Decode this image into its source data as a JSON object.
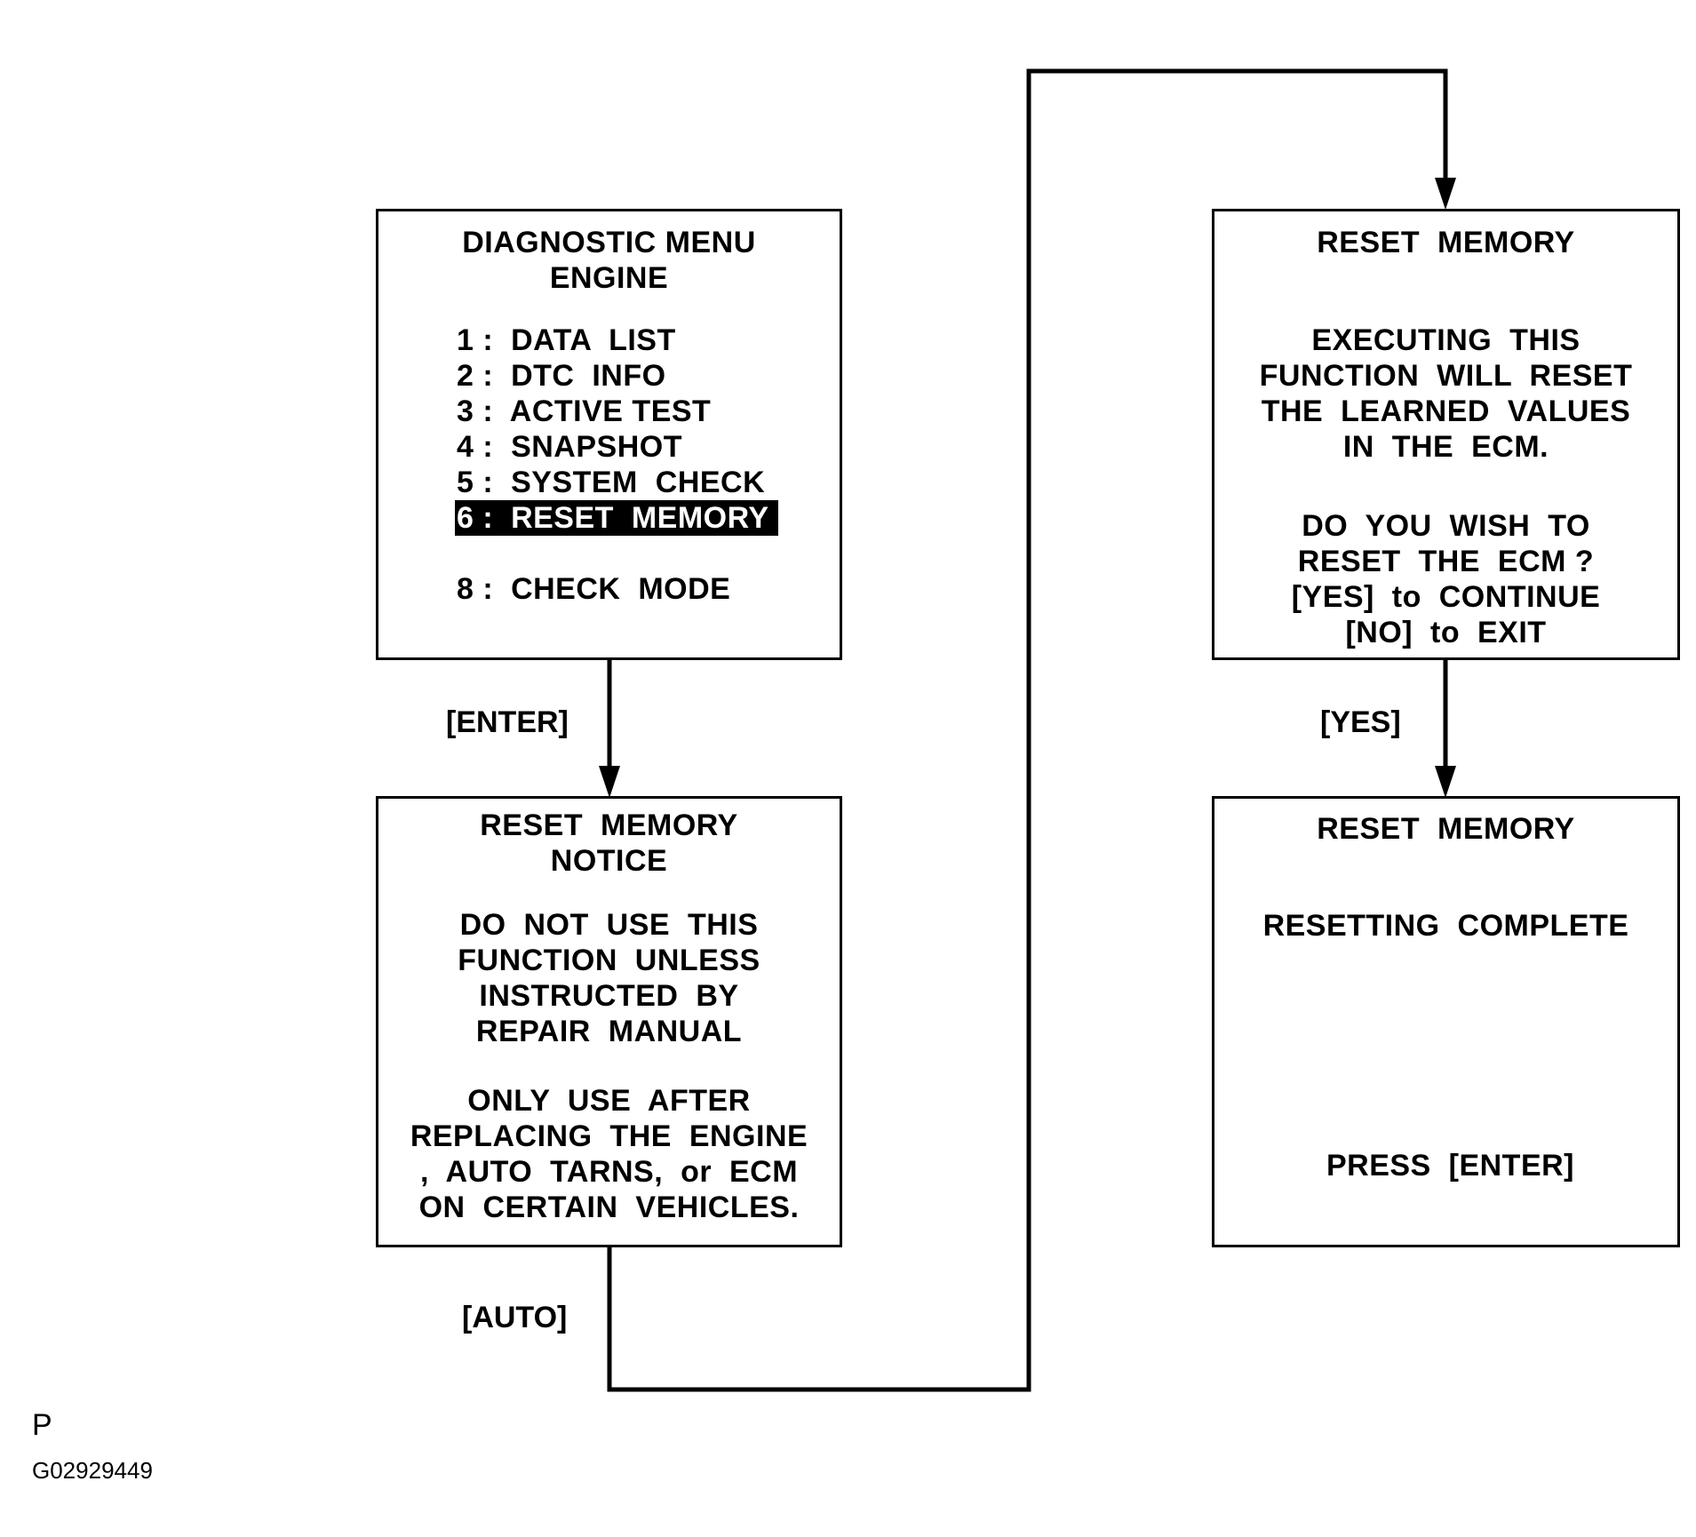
{
  "diagnostic_menu": {
    "title": "DIAGNOSTIC MENU",
    "subtitle": "ENGINE",
    "items": [
      {
        "label": "1 :  DATA  LIST",
        "selected": false
      },
      {
        "label": "2 :  DTC  INFO",
        "selected": false
      },
      {
        "label": "3 :  ACTIVE TEST",
        "selected": false
      },
      {
        "label": "4 :  SNAPSHOT",
        "selected": false
      },
      {
        "label": "5 :  SYSTEM  CHECK",
        "selected": false
      },
      {
        "label": "6 :  RESET  MEMORY",
        "selected": true
      },
      {
        "label": "8 :  CHECK  MODE",
        "selected": false
      }
    ]
  },
  "notice_screen": {
    "title": "RESET  MEMORY",
    "subtitle": "NOTICE",
    "lines": [
      "DO  NOT  USE  THIS",
      "FUNCTION  UNLESS",
      "INSTRUCTED  BY",
      "REPAIR  MANUAL",
      "ONLY  USE  AFTER",
      "REPLACING  THE  ENGINE",
      ",  AUTO  TARNS,  or  ECM",
      "ON  CERTAIN  VEHICLES."
    ]
  },
  "confirm_screen": {
    "title": "RESET  MEMORY",
    "lines": [
      "EXECUTING  THIS",
      "FUNCTION  WILL  RESET",
      "THE  LEARNED  VALUES",
      "IN  THE  ECM.",
      "DO  YOU  WISH  TO",
      "RESET  THE  ECM ?",
      "[YES]  to  CONTINUE",
      "[NO]  to  EXIT"
    ]
  },
  "complete_screen": {
    "title": "RESET  MEMORY",
    "message": "RESETTING  COMPLETE",
    "prompt": "PRESS  [ENTER]"
  },
  "key_labels": {
    "enter": "[ENTER]",
    "auto": "[AUTO]",
    "yes": "[YES]"
  },
  "figure": {
    "letter": "P",
    "code": "G02929449"
  }
}
